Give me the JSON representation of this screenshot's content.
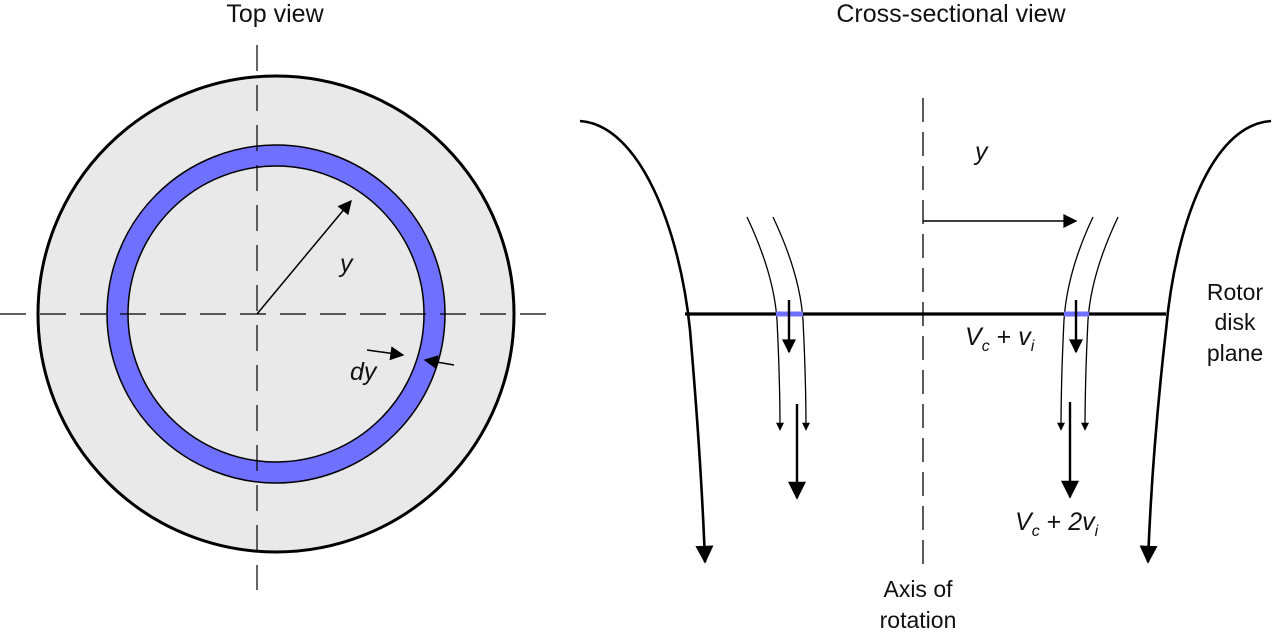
{
  "diagram": {
    "top_view": {
      "title": "Top view",
      "radius_label": "y",
      "width_label": "dy"
    },
    "cross_section": {
      "title": "Cross-sectional view",
      "radius_label": "y",
      "disk_velocity": {
        "main": "V",
        "main_sub": "c",
        "op": " + ",
        "coef": "",
        "induced": "v",
        "induced_sub": "i"
      },
      "far_wake_velocity": {
        "main": "V",
        "main_sub": "c",
        "op": " + ",
        "coef": "2",
        "induced": "v",
        "induced_sub": "i"
      },
      "axis_label_line1": "Axis of",
      "axis_label_line2": "rotation",
      "disk_label_line1": "Rotor",
      "disk_label_line2": "disk",
      "disk_label_line3": "plane"
    },
    "colors": {
      "annulus": "#7070ff",
      "disk_fill": "#e9e9e9",
      "line": "#000000"
    }
  }
}
